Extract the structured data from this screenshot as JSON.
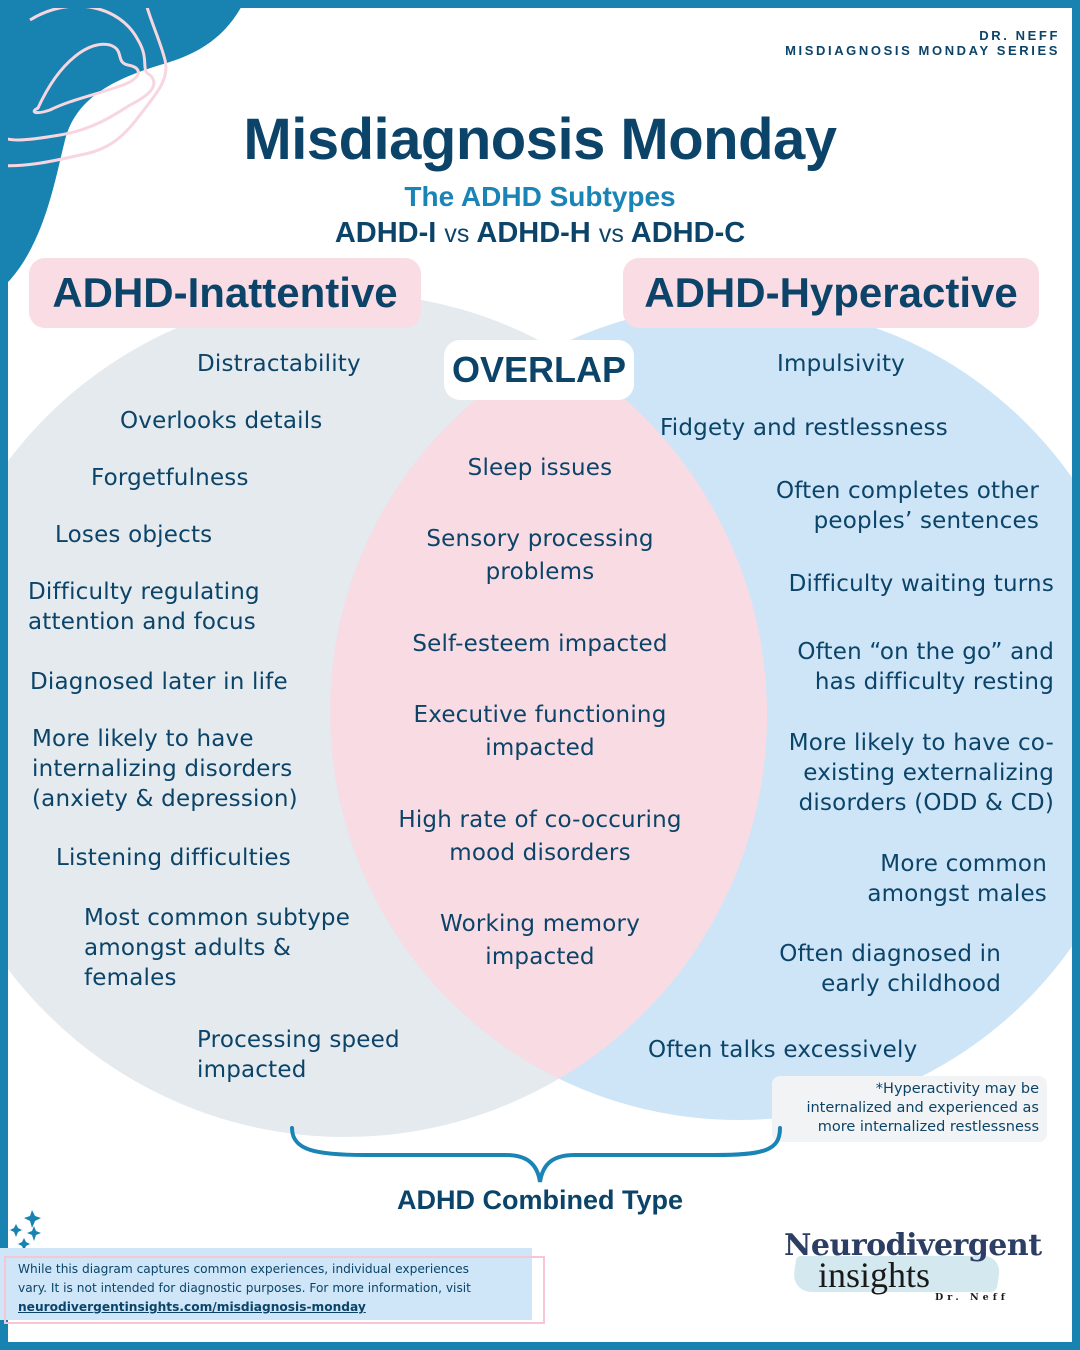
{
  "header": {
    "author": "DR. NEFF",
    "series": "MISDIAGNOSIS MONDAY SERIES",
    "title": "Misdiagnosis Monday",
    "subtitle": "The ADHD Subtypes",
    "compare": {
      "a": "ADHD-I",
      "vs1": "vs",
      "b": "ADHD-H",
      "vs2": "vs",
      "c": "ADHD-C"
    }
  },
  "venn": {
    "left": {
      "label": "ADHD-Inattentive",
      "color": "#e4eaee",
      "items": [
        "Distractability",
        "Overlooks details",
        "Forgetfulness",
        "Loses objects",
        "Difficulty regulating\nattention and focus",
        "Diagnosed later in life",
        "More likely to have\ninternalizing disorders\n(anxiety & depression)",
        "Listening difficulties",
        "Most common subtype\namongst adults &\nfemales",
        "Processing speed\nimpacted"
      ]
    },
    "overlap": {
      "label": "OVERLAP",
      "color": "#f9dbe3",
      "items": [
        "Sleep issues",
        "Sensory processing\nproblems",
        "Self-esteem impacted",
        "Executive functioning\nimpacted",
        "High rate of co-occuring\nmood disorders",
        "Working memory\nimpacted"
      ]
    },
    "right": {
      "label": "ADHD-Hyperactive",
      "color": "#cde5f7",
      "items": [
        "Impulsivity",
        "Fidgety and restlessness",
        "Often completes other\npeoples’ sentences",
        "Difficulty waiting turns",
        "Often “on the go” and\nhas difficulty resting",
        "More likely to have co-\nexisting externalizing\ndisorders (ODD & CD)",
        "More common\namongst males",
        "Often diagnosed in\nearly childhood",
        "Often talks excessively"
      ]
    },
    "footnote": "*Hyperactivity may be\ninternalized and experienced as\nmore internalized restlessness",
    "combined_label": "ADHD Combined Type"
  },
  "footer": {
    "disclaimer_line1": "While this diagram captures common experiences, individual experiences",
    "disclaimer_line2": "vary. It is not intended for diagnostic purposes. For more information, visit",
    "link": "neurodivergentinsights.com/misdiagnosis-monday",
    "logo": {
      "title": "Neurodivergent",
      "sub": "insights",
      "by": "Dr. Neff"
    }
  },
  "colors": {
    "frame": "#1882b0",
    "navy": "#0b4468",
    "accent_blue": "#1a84b6",
    "pink": "#f9dce4"
  }
}
